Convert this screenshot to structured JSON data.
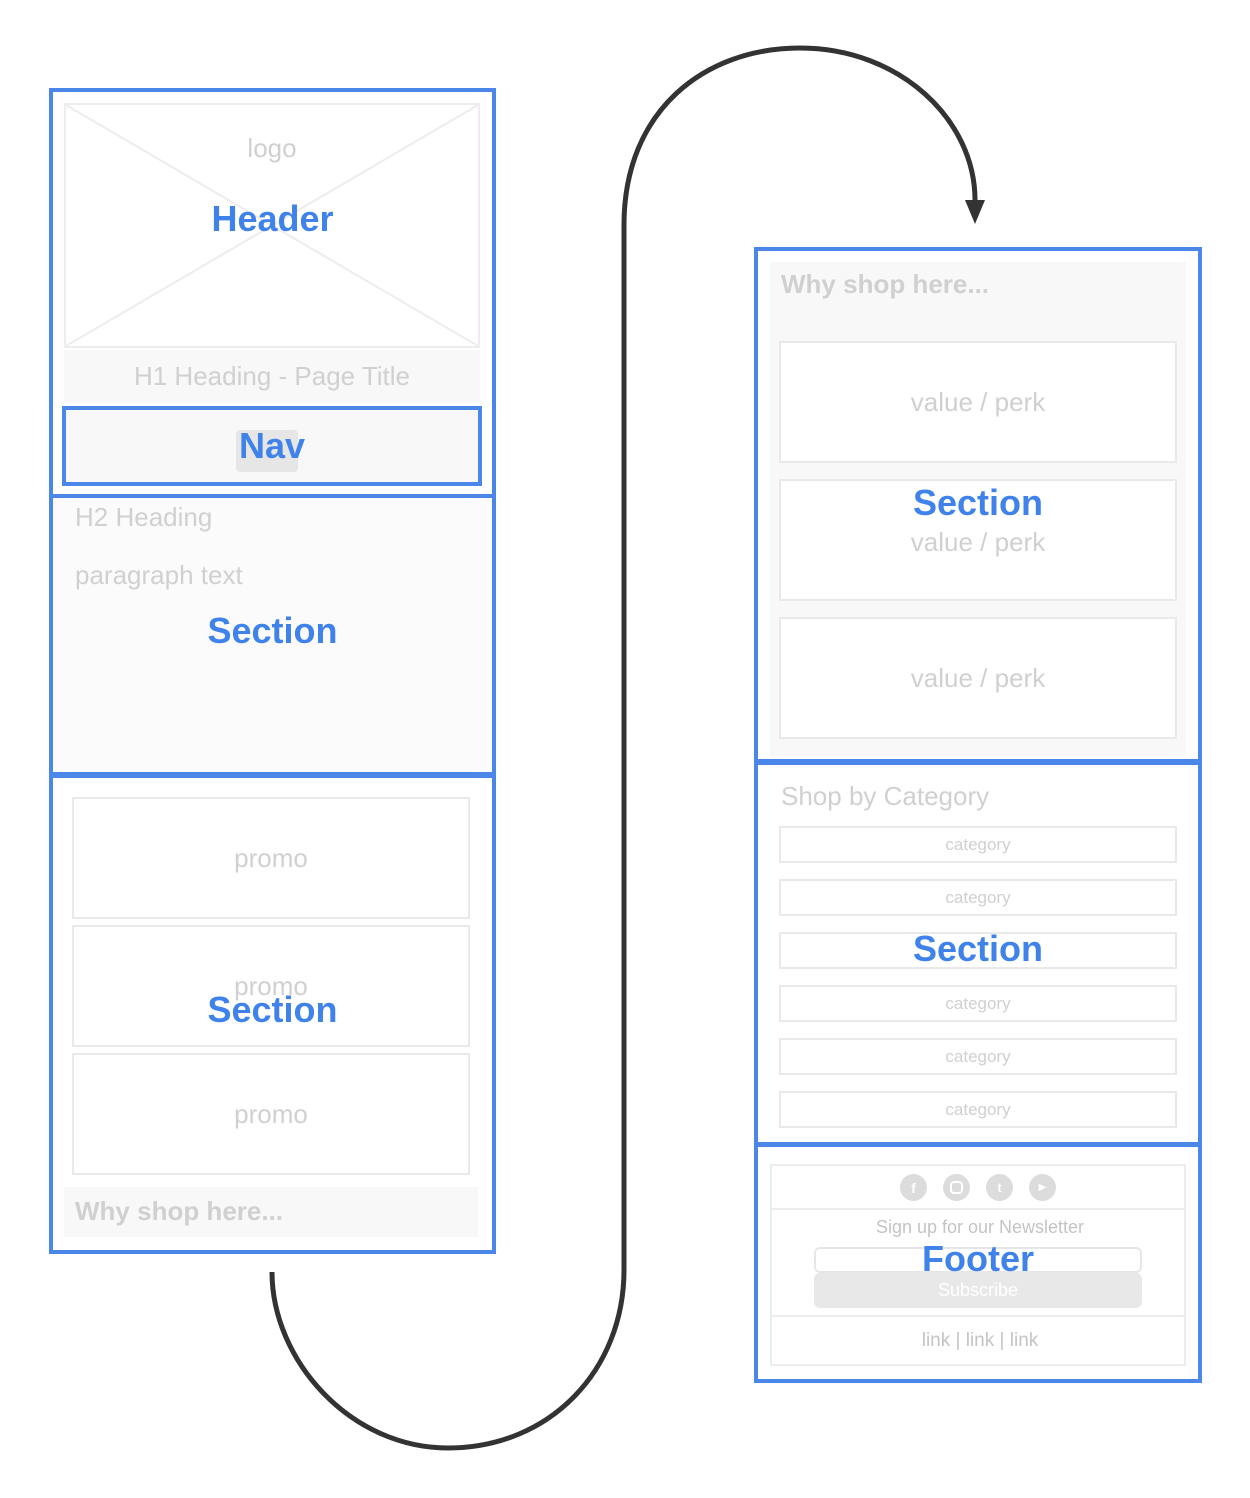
{
  "left_column": {
    "header": {
      "label": "Header",
      "logo_text": "logo",
      "h1_text": "H1 Heading - Page Title"
    },
    "nav": {
      "label": "Nav"
    },
    "intro_section": {
      "label": "Section",
      "h2_text": "H2 Heading",
      "paragraph_text": "paragraph text"
    },
    "promo_section": {
      "label": "Section",
      "promos": [
        "promo",
        "promo",
        "promo"
      ],
      "why_shop_text": "Why shop here..."
    }
  },
  "right_column": {
    "why_section": {
      "label": "Section",
      "heading": "Why shop here...",
      "perks": [
        "value / perk",
        "value / perk",
        "value / perk"
      ]
    },
    "category_section": {
      "label": "Section",
      "heading": "Shop by Category",
      "categories": [
        "category",
        "category",
        "category",
        "category",
        "category",
        "category"
      ]
    },
    "footer": {
      "label": "Footer",
      "social_icons": [
        "facebook-icon",
        "instagram-icon",
        "twitter-icon",
        "youtube-icon"
      ],
      "newsletter_text": "Sign up for our Newsletter",
      "subscribe_label": "Subscribe",
      "links": [
        "link",
        "link",
        "link"
      ],
      "link_separator": "|"
    }
  },
  "colors": {
    "frame_blue": "#4a87e8",
    "label_blue": "#3f82ea",
    "arrow": "#333333",
    "placeholder_text": "#d0d0d0"
  }
}
